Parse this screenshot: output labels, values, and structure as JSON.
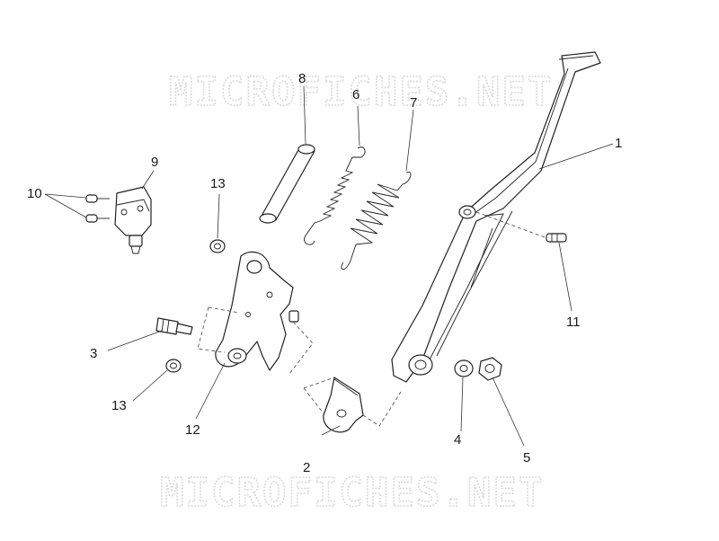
{
  "watermarks": [
    "MICROFICHES.NET",
    "MICROFICHES.NET"
  ],
  "callouts": [
    {
      "id": "1",
      "label": "1"
    },
    {
      "id": "2",
      "label": "2"
    },
    {
      "id": "3",
      "label": "3"
    },
    {
      "id": "4",
      "label": "4"
    },
    {
      "id": "5",
      "label": "5"
    },
    {
      "id": "6",
      "label": "6"
    },
    {
      "id": "7",
      "label": "7"
    },
    {
      "id": "8",
      "label": "8"
    },
    {
      "id": "9",
      "label": "9"
    },
    {
      "id": "10",
      "label": "10"
    },
    {
      "id": "11",
      "label": "11"
    },
    {
      "id": "12",
      "label": "12"
    },
    {
      "id": "13a",
      "label": "13"
    },
    {
      "id": "13b",
      "label": "13"
    }
  ]
}
